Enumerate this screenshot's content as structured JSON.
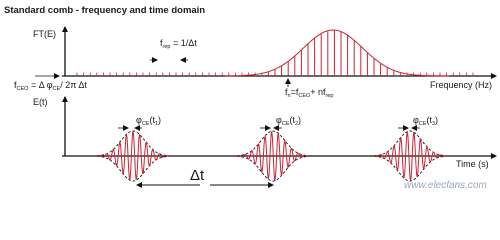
{
  "title": "Standard comb - frequency and time domain",
  "freq": {
    "y_label": "FT(E)",
    "x_label": "Frequency (Hz)",
    "frep_label": "f",
    "frep_sub": "rep",
    "frep_rhs": " = 1/Δt",
    "fceo_label": "f",
    "fceo_sub": "CEO",
    "fceo_rhs_a": " = Δ φ",
    "fceo_rhs_sub": "CE",
    "fceo_rhs_b": "/ 2π Δt",
    "fn_label": "f",
    "fn_sub": "n",
    "fn_rhs_a": "=f",
    "fn_rhs_sub1": "CEO",
    "fn_rhs_b": "+ nf",
    "fn_rhs_sub2": "rep"
  },
  "time": {
    "y_label": "E(t)",
    "x_label": "Time (s)",
    "delta_t": "Δt",
    "phases": [
      {
        "label": "φ",
        "sub": "CE",
        "arg": "(t",
        "arg_sub": "1",
        "close": ")"
      },
      {
        "label": "φ",
        "sub": "CE",
        "arg": "(t",
        "arg_sub": "2",
        "close": ")"
      },
      {
        "label": "φ",
        "sub": "CE",
        "arg": "(t",
        "arg_sub": "3",
        "close": ")"
      }
    ]
  },
  "watermark": "www.elecfans.com",
  "colors": {
    "comb": "#cc2233",
    "axis": "#111111",
    "envelope": "#111111",
    "watermark": "#9aa6b8"
  }
}
